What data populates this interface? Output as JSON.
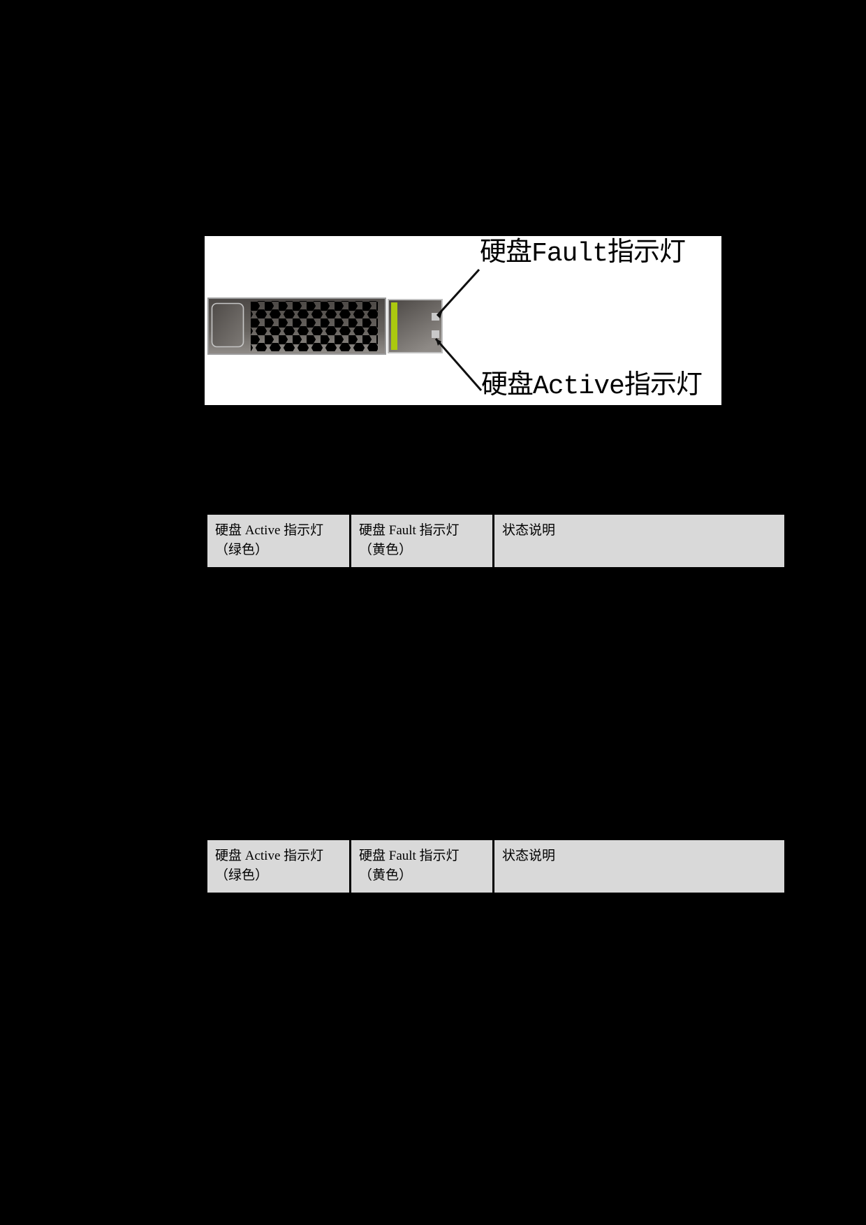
{
  "page": {
    "background_color": "#000000"
  },
  "figure": {
    "background_color": "#ffffff",
    "fault_led_label": "硬盘Fault指示灯",
    "active_led_label": "硬盘Active指示灯",
    "stripe_color": "#abc90f",
    "tray_dark_color": "#4c4845",
    "tray_light_color": "#908c88",
    "led_color": "#c9c9c9",
    "hole_color": "#000000"
  },
  "tables": [
    {
      "header_background": "#d9d9d9",
      "columns": [
        {
          "title": "硬盘 Active 指示灯",
          "subtitle": "（绿色）"
        },
        {
          "title": "硬盘 Fault 指示灯",
          "subtitle": "（黄色）"
        },
        {
          "title": "状态说明",
          "subtitle": ""
        }
      ]
    },
    {
      "header_background": "#d9d9d9",
      "columns": [
        {
          "title": "硬盘 Active 指示灯",
          "subtitle": "（绿色）"
        },
        {
          "title": "硬盘 Fault 指示灯",
          "subtitle": "（黄色）"
        },
        {
          "title": "状态说明",
          "subtitle": ""
        }
      ]
    }
  ]
}
